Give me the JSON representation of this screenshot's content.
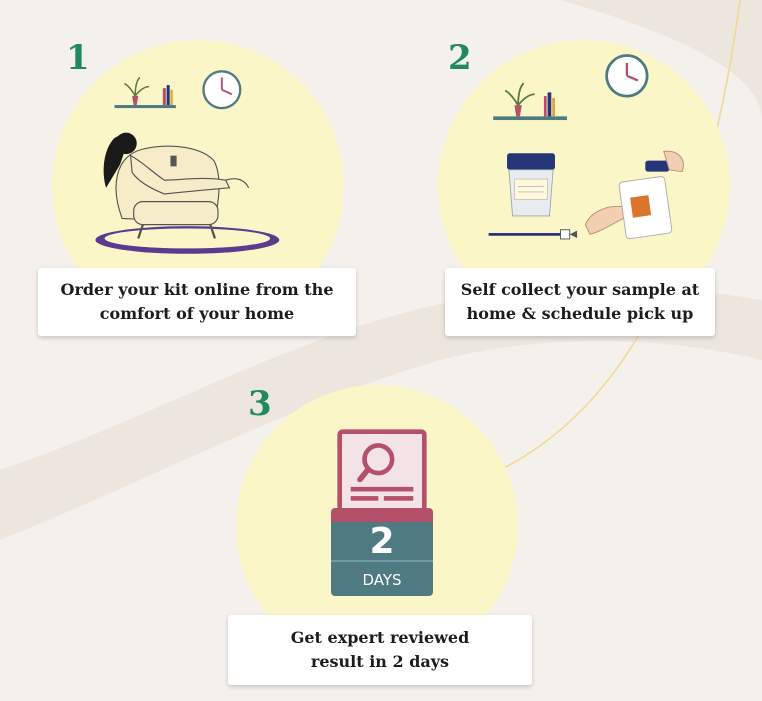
{
  "steps": [
    {
      "number": "1",
      "line1": "Order your kit online from the",
      "line2": "comfort of  your home"
    },
    {
      "number": "2",
      "line1": "Self collect your sample at",
      "line2": "home & schedule pick up"
    },
    {
      "number": "3",
      "line1": "Get expert reviewed",
      "line2": "result in 2 days"
    }
  ],
  "calendar": {
    "day": "2",
    "label": "DAYS"
  },
  "colors": {
    "background": "#f4f0ec",
    "circle": "#fbf6c8",
    "step_number": "#1f8a5b",
    "calendar_red": "#b5506a",
    "calendar_teal": "#4f7a82",
    "cup_lid": "#24357a"
  }
}
